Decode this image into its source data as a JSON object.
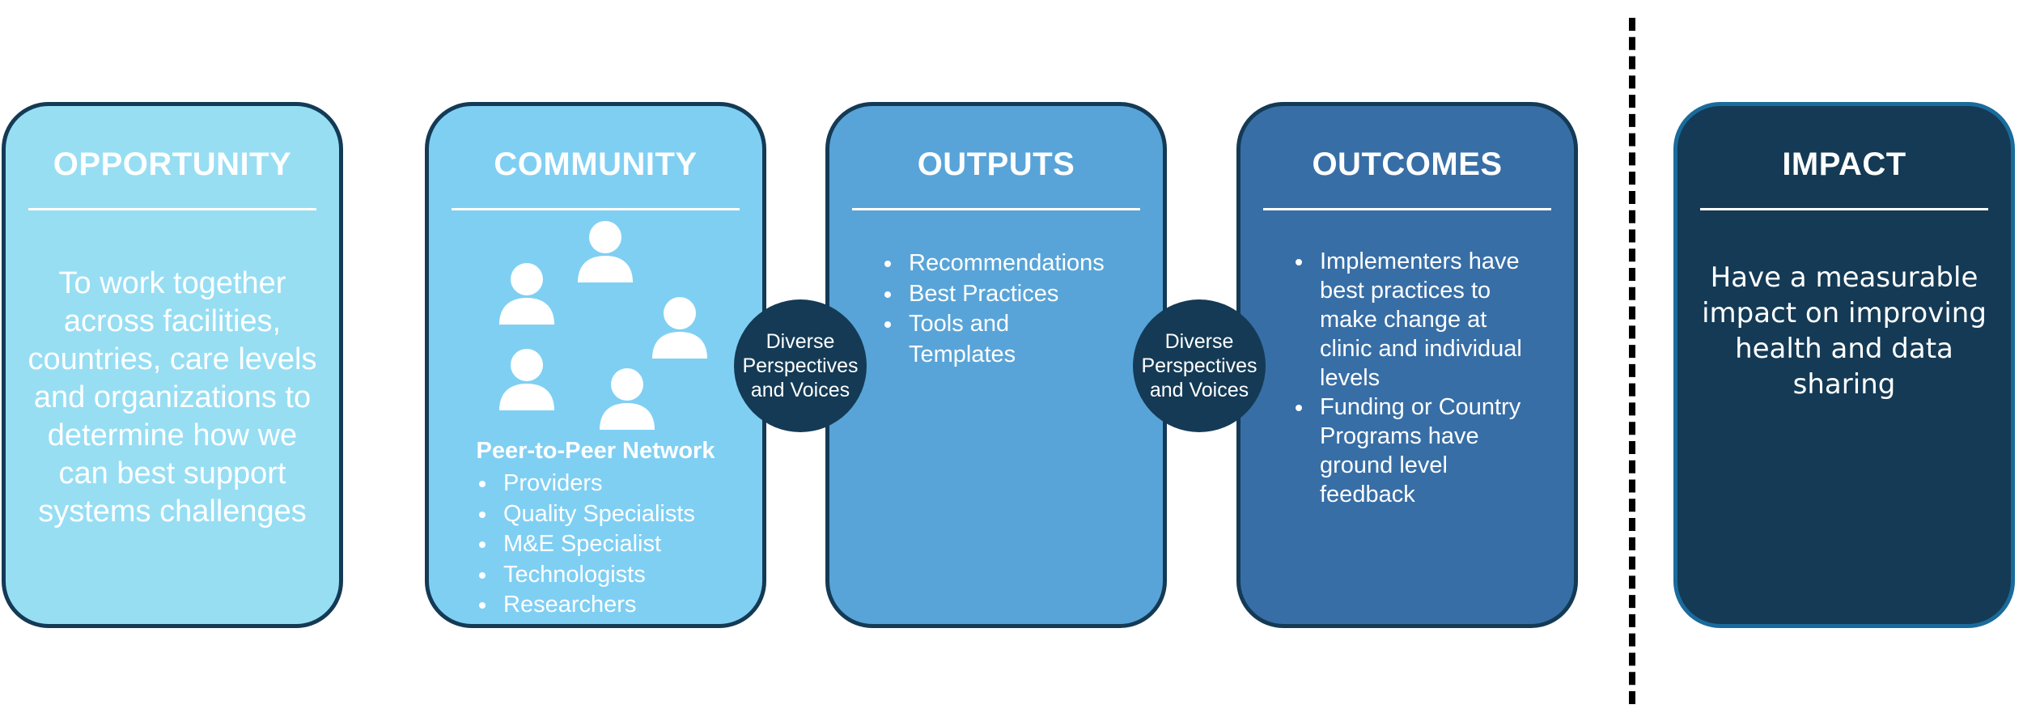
{
  "cards": {
    "opportunity": {
      "title": "OPPORTUNITY",
      "text": "To work together across facilities, countries, care levels and organizations to determine how we can best support systems challenges"
    },
    "community": {
      "title": "COMMUNITY",
      "network_heading": "Peer-to-Peer Network",
      "items": [
        "Providers",
        "Quality Specialists",
        "M&E Specialist",
        "Technologists",
        "Researchers"
      ]
    },
    "outputs": {
      "title": "OUTPUTS",
      "items": [
        "Recommendations",
        "Best Practices",
        "Tools and Templates"
      ]
    },
    "outcomes": {
      "title": "OUTCOMES",
      "items": [
        "Implementers have best practices to make change at clinic and individual levels",
        "Funding or Country Programs have ground level feedback"
      ]
    },
    "impact": {
      "title": "IMPACT",
      "text": "Have a measurable impact on improving health and data sharing"
    }
  },
  "connectors": [
    "Diverse Perspectives and Voices",
    "Diverse Perspectives and Voices"
  ],
  "icons": [
    "person-icon",
    "person-icon",
    "person-icon",
    "person-icon",
    "person-icon"
  ],
  "colors": {
    "opportunity": "#97def3",
    "community": "#7fcff3",
    "outputs": "#58a4d8",
    "outcomes": "#376ea6",
    "impact": "#143a55",
    "border": "#143a55",
    "impact_border": "#1a6b9c"
  }
}
